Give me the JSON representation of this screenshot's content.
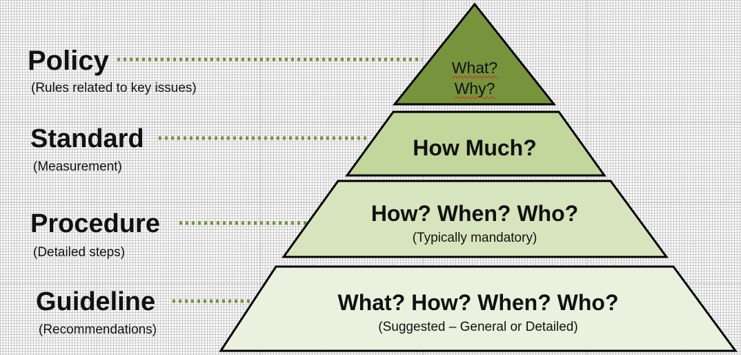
{
  "levels": [
    {
      "name": "Policy",
      "description": "(Rules related to key issues)",
      "pyramid_lines": [
        "What?",
        "Why?"
      ],
      "color": "#77933c"
    },
    {
      "name": "Standard",
      "description": "(Measurement)",
      "pyramid_lines": [
        "How Much?"
      ],
      "color": "#c3d69b"
    },
    {
      "name": "Procedure",
      "description": "(Detailed steps)",
      "pyramid_lines": [
        "How? When? Who?",
        "(Typically mandatory)"
      ],
      "color": "#d7e4bd"
    },
    {
      "name": "Guideline",
      "description": "(Recommendations)",
      "pyramid_lines": [
        "What? How? When? Who?",
        "(Suggested – General or Detailed)"
      ],
      "color": "#ebf1de"
    }
  ],
  "connector_color": "#77933c"
}
